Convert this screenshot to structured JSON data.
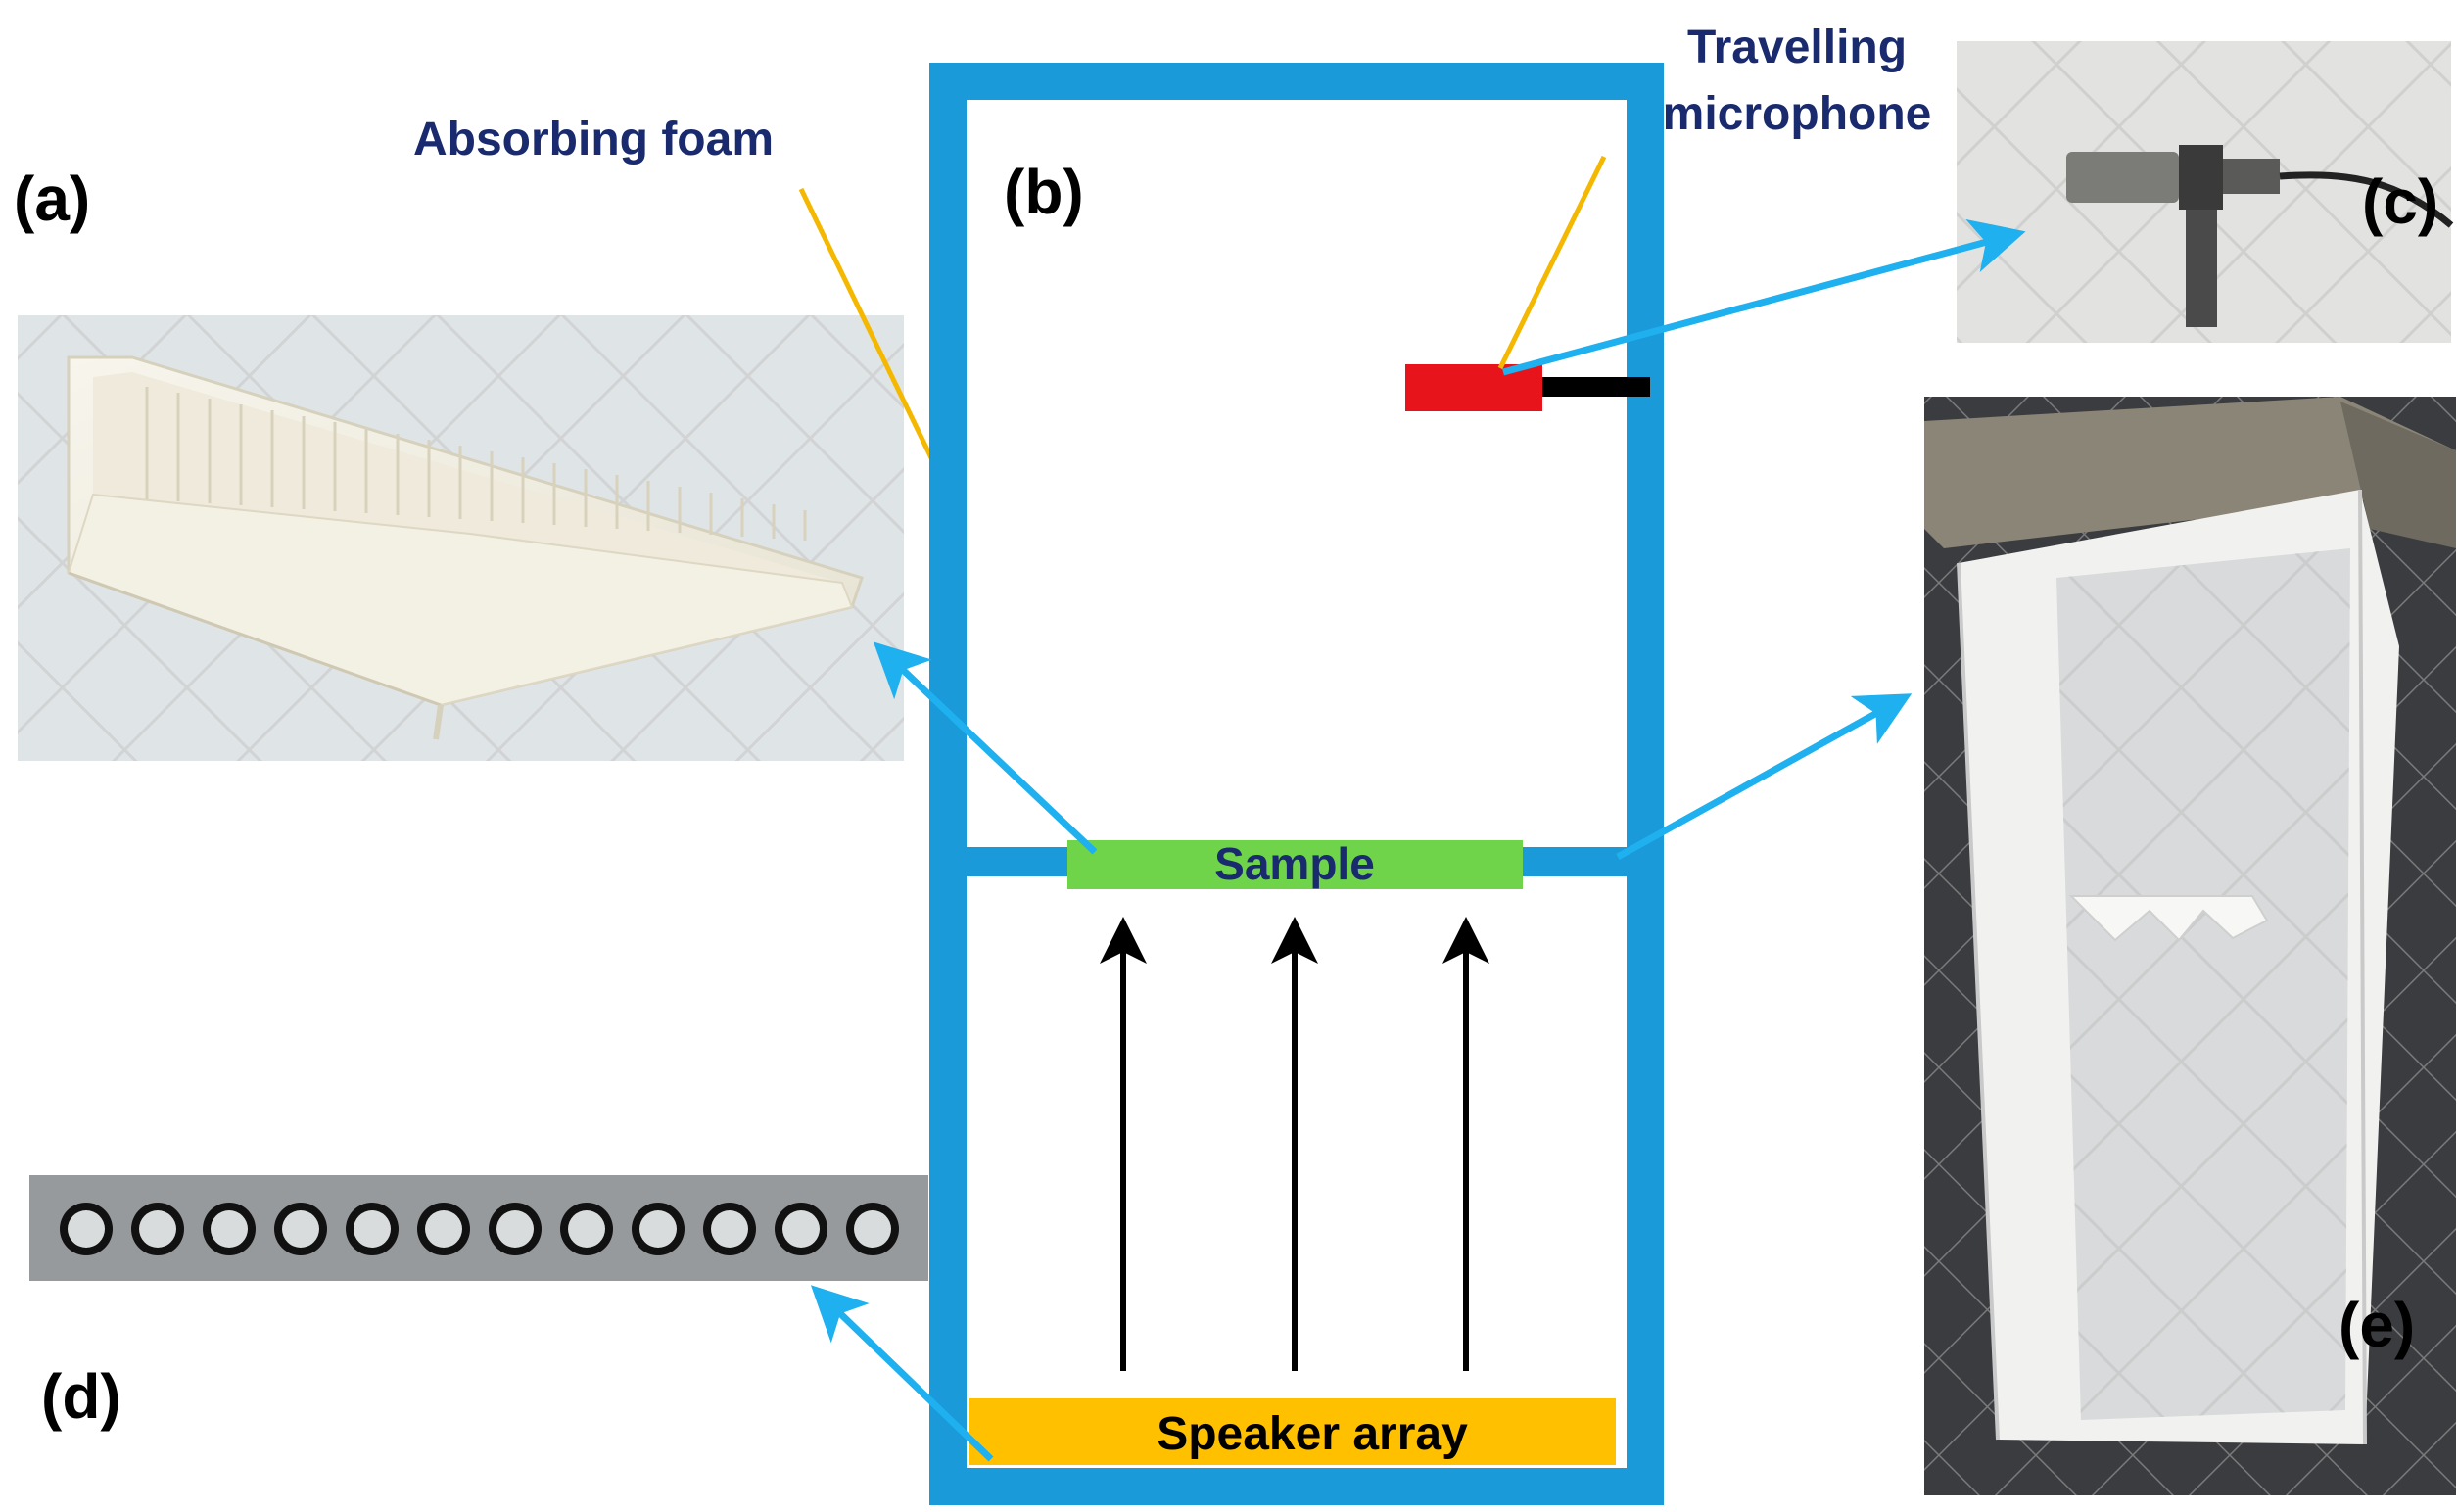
{
  "panels": {
    "a": "(a)",
    "b": "(b)",
    "c": "(c)",
    "d": "(d)",
    "e": "(e)"
  },
  "labels": {
    "absorbing_foam": "Absorbing foam",
    "travelling_microphone_line1": "Travelling",
    "travelling_microphone_line2": "microphone",
    "sample": "Sample",
    "speaker_array": "Speaker array"
  },
  "speaker_count": 12,
  "colors": {
    "frame": "#1a9ad9",
    "sample": "#6fd44a",
    "speaker_bar": "#ffc000",
    "microphone": "#e8141c",
    "pointer_line": "#f5b800",
    "arrow": "#1fb0ef",
    "label_text": "#1a2a6e"
  }
}
